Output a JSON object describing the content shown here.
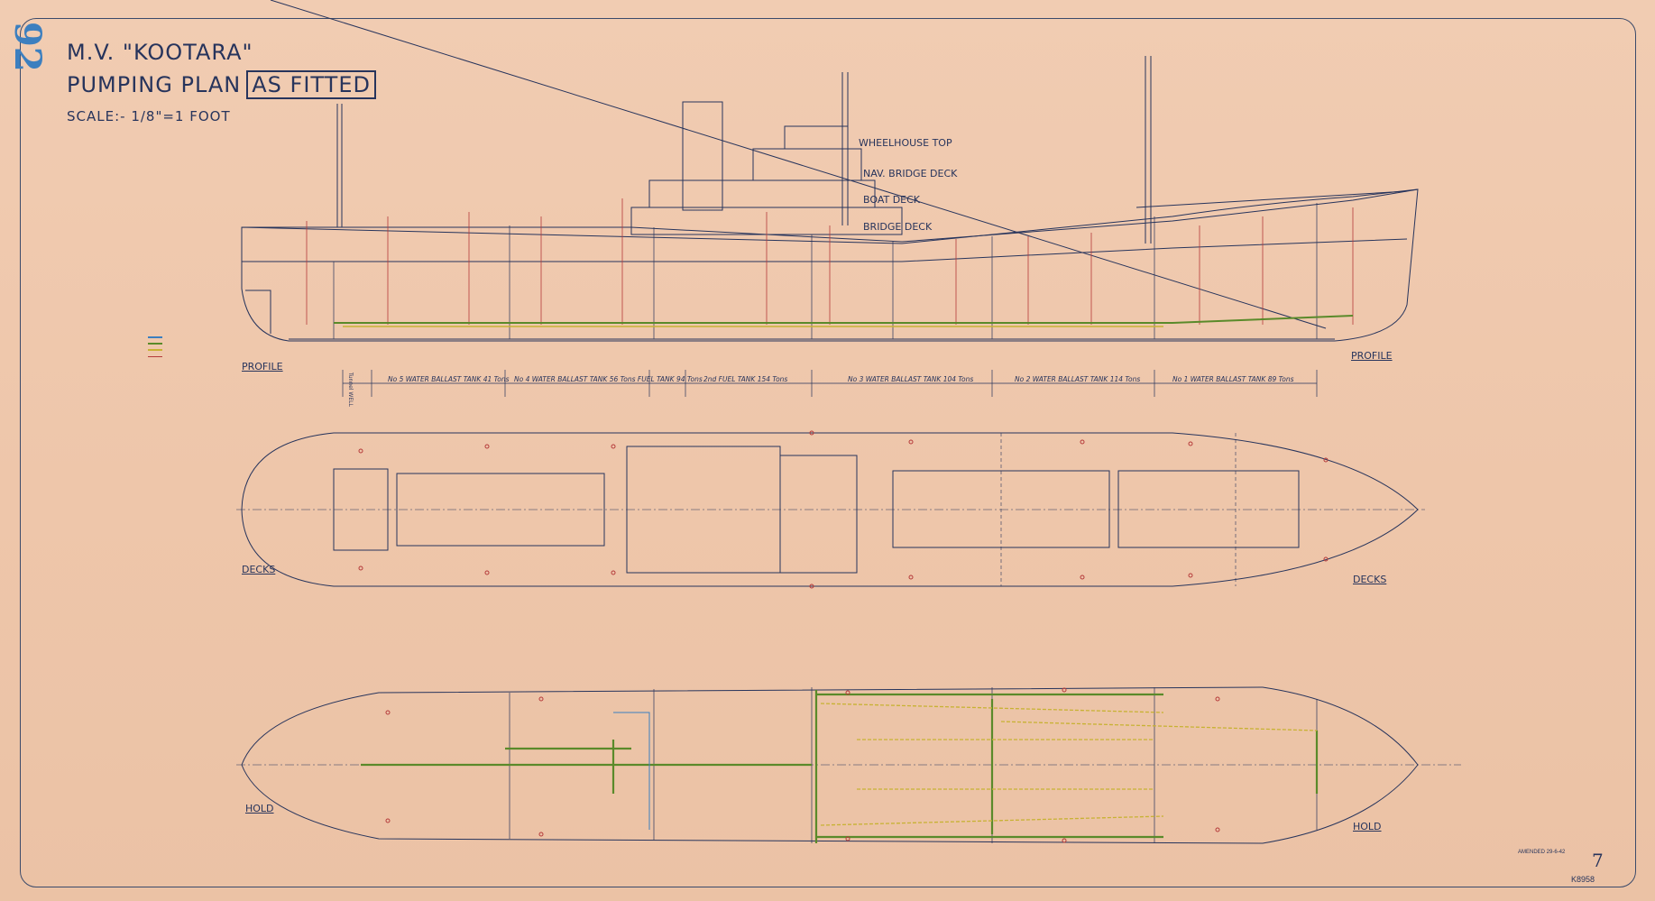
{
  "drawing": {
    "ship_name": "M.V. \"KOOTARA\"",
    "plan_title": "PUMPING PLAN",
    "plan_status": "AS FITTED",
    "scale": "SCALE:- 1/8\"=1 FOOT",
    "sheet_mark": "92",
    "amended": "AMENDED 29-6-42",
    "sheet_number": "7",
    "reference": "K8958"
  },
  "views": {
    "profile_left": "PROFILE",
    "profile_right": "PROFILE",
    "decks_left": "DECKS",
    "decks_right": "DECKS",
    "hold_left": "HOLD",
    "hold_right": "HOLD"
  },
  "decks": [
    "WHEELHOUSE TOP",
    "NAV. BRIDGE DECK",
    "BOAT DECK",
    "BRIDGE DECK"
  ],
  "tanks": [
    "Tunnel WELL",
    "No 5 WATER BALLAST TANK 41 Tons",
    "No 4 WATER BALLAST TANK 56 Tons  FUEL TANK 94 Tons",
    "2nd FUEL TANK 154 Tons",
    "No 3 WATER BALLAST TANK 104 Tons",
    "No 2 WATER BALLAST TANK 114 Tons",
    "No 1 WATER BALLAST TANK 89 Tons"
  ],
  "colors": {
    "paper": "#f0c9ae",
    "ink": "#27345c",
    "bilge_pipe": "#5a8a2a",
    "ballast_pipe": "#c7b233",
    "sounding_pipe": "#b53a3a",
    "fresh_water_pipe": "#3c7fbf"
  }
}
